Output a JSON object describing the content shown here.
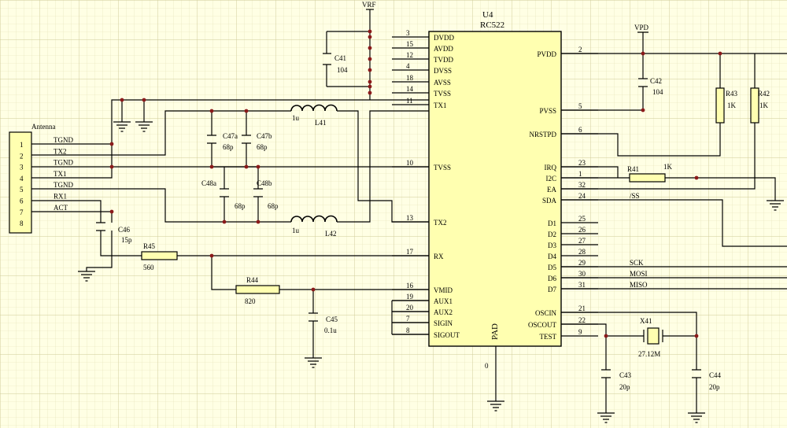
{
  "ic": {
    "ref": "U4",
    "part": "RC522",
    "pad_label": "PAD",
    "pad_pin": "0",
    "left_pins": [
      {
        "num": "3",
        "name": "DVDD"
      },
      {
        "num": "15",
        "name": "AVDD"
      },
      {
        "num": "12",
        "name": "TVDD"
      },
      {
        "num": "4",
        "name": "DVSS"
      },
      {
        "num": "18",
        "name": "AVSS"
      },
      {
        "num": "14",
        "name": "TVSS"
      },
      {
        "num": "11",
        "name": "TX1"
      },
      {
        "num": "10",
        "name": "TVSS"
      },
      {
        "num": "13",
        "name": "TX2"
      },
      {
        "num": "17",
        "name": "RX"
      },
      {
        "num": "16",
        "name": "VMID"
      },
      {
        "num": "19",
        "name": "AUX1"
      },
      {
        "num": "20",
        "name": "AUX2"
      },
      {
        "num": "7",
        "name": "SIGIN"
      },
      {
        "num": "8",
        "name": "SIGOUT"
      }
    ],
    "right_pins": [
      {
        "num": "2",
        "name": "PVDD"
      },
      {
        "num": "5",
        "name": "PVSS"
      },
      {
        "num": "6",
        "name": "NRSTPD"
      },
      {
        "num": "23",
        "name": "IRQ"
      },
      {
        "num": "1",
        "name": "I2C"
      },
      {
        "num": "32",
        "name": "EA"
      },
      {
        "num": "24",
        "name": "SDA"
      },
      {
        "num": "25",
        "name": "D1"
      },
      {
        "num": "26",
        "name": "D2"
      },
      {
        "num": "27",
        "name": "D3"
      },
      {
        "num": "28",
        "name": "D4"
      },
      {
        "num": "29",
        "name": "D5"
      },
      {
        "num": "30",
        "name": "D6"
      },
      {
        "num": "31",
        "name": "D7"
      },
      {
        "num": "21",
        "name": "OSCIN"
      },
      {
        "num": "22",
        "name": "OSCOUT"
      },
      {
        "num": "9",
        "name": "TEST"
      }
    ]
  },
  "power": {
    "vrf": "VRF",
    "vpd": "VPD"
  },
  "connector": {
    "name": "Antenna",
    "pins": [
      {
        "num": "1",
        "net": "TGND"
      },
      {
        "num": "2",
        "net": "TX2"
      },
      {
        "num": "3",
        "net": "TGND"
      },
      {
        "num": "4",
        "net": "TX1"
      },
      {
        "num": "5",
        "net": "TGND"
      },
      {
        "num": "6",
        "net": "RX1"
      },
      {
        "num": "7",
        "net": "ACT"
      },
      {
        "num": "8",
        "net": ""
      }
    ]
  },
  "components": {
    "c41": {
      "ref": "C41",
      "value": "104"
    },
    "c42": {
      "ref": "C42",
      "value": "104"
    },
    "c47a": {
      "ref": "C47a",
      "value": "68p"
    },
    "c47b": {
      "ref": "C47b",
      "value": "68p"
    },
    "c48a": {
      "ref": "C48a",
      "value": "68p"
    },
    "c48b": {
      "ref": "C48b",
      "value": "68p"
    },
    "c46": {
      "ref": "C46",
      "value": "15p"
    },
    "c45": {
      "ref": "C45",
      "value": "0.1u"
    },
    "c43": {
      "ref": "C43",
      "value": "20p"
    },
    "c44": {
      "ref": "C44",
      "value": "20p"
    },
    "l41": {
      "ref": "L41",
      "value": "1u"
    },
    "l42": {
      "ref": "L42",
      "value": "1u"
    },
    "r41": {
      "ref": "R41",
      "value": "1K"
    },
    "r42": {
      "ref": "R42",
      "value": "1K"
    },
    "r43": {
      "ref": "R43",
      "value": "1K"
    },
    "r44": {
      "ref": "R44",
      "value": "820"
    },
    "r45": {
      "ref": "R45",
      "value": "560"
    },
    "x41": {
      "ref": "X41",
      "value": "27.12M"
    }
  },
  "nets": {
    "ss": "/SS",
    "sck": "SCK",
    "mosi": "MOSI",
    "miso": "MISO"
  }
}
